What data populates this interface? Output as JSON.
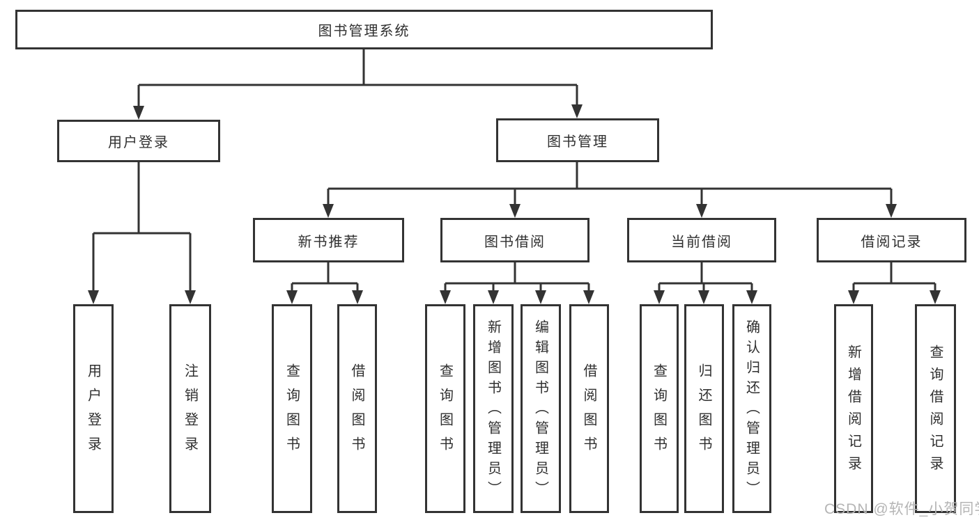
{
  "diagram": {
    "type": "hierarchy-tree",
    "title": "图书管理系统",
    "colors": {
      "line": "#333333",
      "text": "#2f2f2f",
      "background": "#ffffff",
      "watermark": "#b5b5b5"
    },
    "watermark": "CSDN @软件_小贺同学",
    "nodes": {
      "root": {
        "label": "图书管理系统"
      },
      "user_login": {
        "label": "用户登录"
      },
      "book_mgmt": {
        "label": "图书管理"
      },
      "new_book_rec": {
        "label": "新书推荐"
      },
      "book_borrow": {
        "label": "图书借阅"
      },
      "current_borrow": {
        "label": "当前借阅"
      },
      "borrow_records": {
        "label": "借阅记录"
      },
      "leaf_user_login": {
        "label": "用户登录"
      },
      "leaf_logout": {
        "label": "注销登录"
      },
      "leaf_nbr_query_books": {
        "label": "查询图书"
      },
      "leaf_nbr_borrow_books": {
        "label": "借阅图书"
      },
      "leaf_bb_query_books": {
        "label": "查询图书"
      },
      "leaf_bb_add_books": {
        "label": "新增图书（管理员）"
      },
      "leaf_bb_edit_books": {
        "label": "编辑图书（管理员）"
      },
      "leaf_bb_borrow_books": {
        "label": "借阅图书"
      },
      "leaf_cb_query_books": {
        "label": "查询图书"
      },
      "leaf_cb_return_books": {
        "label": "归还图书"
      },
      "leaf_cb_confirm_return": {
        "label": "确认归还（管理员）"
      },
      "leaf_br_add_record": {
        "label": "新增借阅记录"
      },
      "leaf_br_query_record": {
        "label": "查询借阅记录"
      }
    },
    "hierarchy": {
      "图书管理系统": {
        "用户登录": [
          "用户登录",
          "注销登录"
        ],
        "图书管理": {
          "新书推荐": [
            "查询图书",
            "借阅图书"
          ],
          "图书借阅": [
            "查询图书",
            "新增图书（管理员）",
            "编辑图书（管理员）",
            "借阅图书"
          ],
          "当前借阅": [
            "查询图书",
            "归还图书",
            "确认归还（管理员）"
          ],
          "借阅记录": [
            "新增借阅记录",
            "查询借阅记录"
          ]
        }
      }
    }
  }
}
